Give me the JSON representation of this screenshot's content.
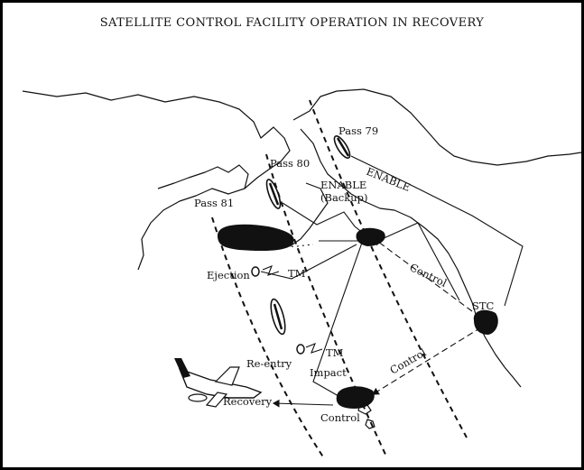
{
  "title": "SATELLITE CONTROL FACILITY OPERATION IN RECOVERY",
  "labels": {
    "pass79": "Pass 79",
    "pass80": "Pass 80",
    "pass81": "Pass 81",
    "enable": "ENABLE",
    "enable_backup_1": "ENABLE",
    "enable_backup_2": "(Backup)",
    "ejection": "Ejection",
    "tm_upper": "TM",
    "tm_lower": "TM",
    "control_upper": "Control",
    "control_mid": "Control",
    "control_lower": "Control",
    "stc": "STC",
    "reentry": "Re-entry",
    "impact": "Impact",
    "recovery": "Recovery"
  }
}
